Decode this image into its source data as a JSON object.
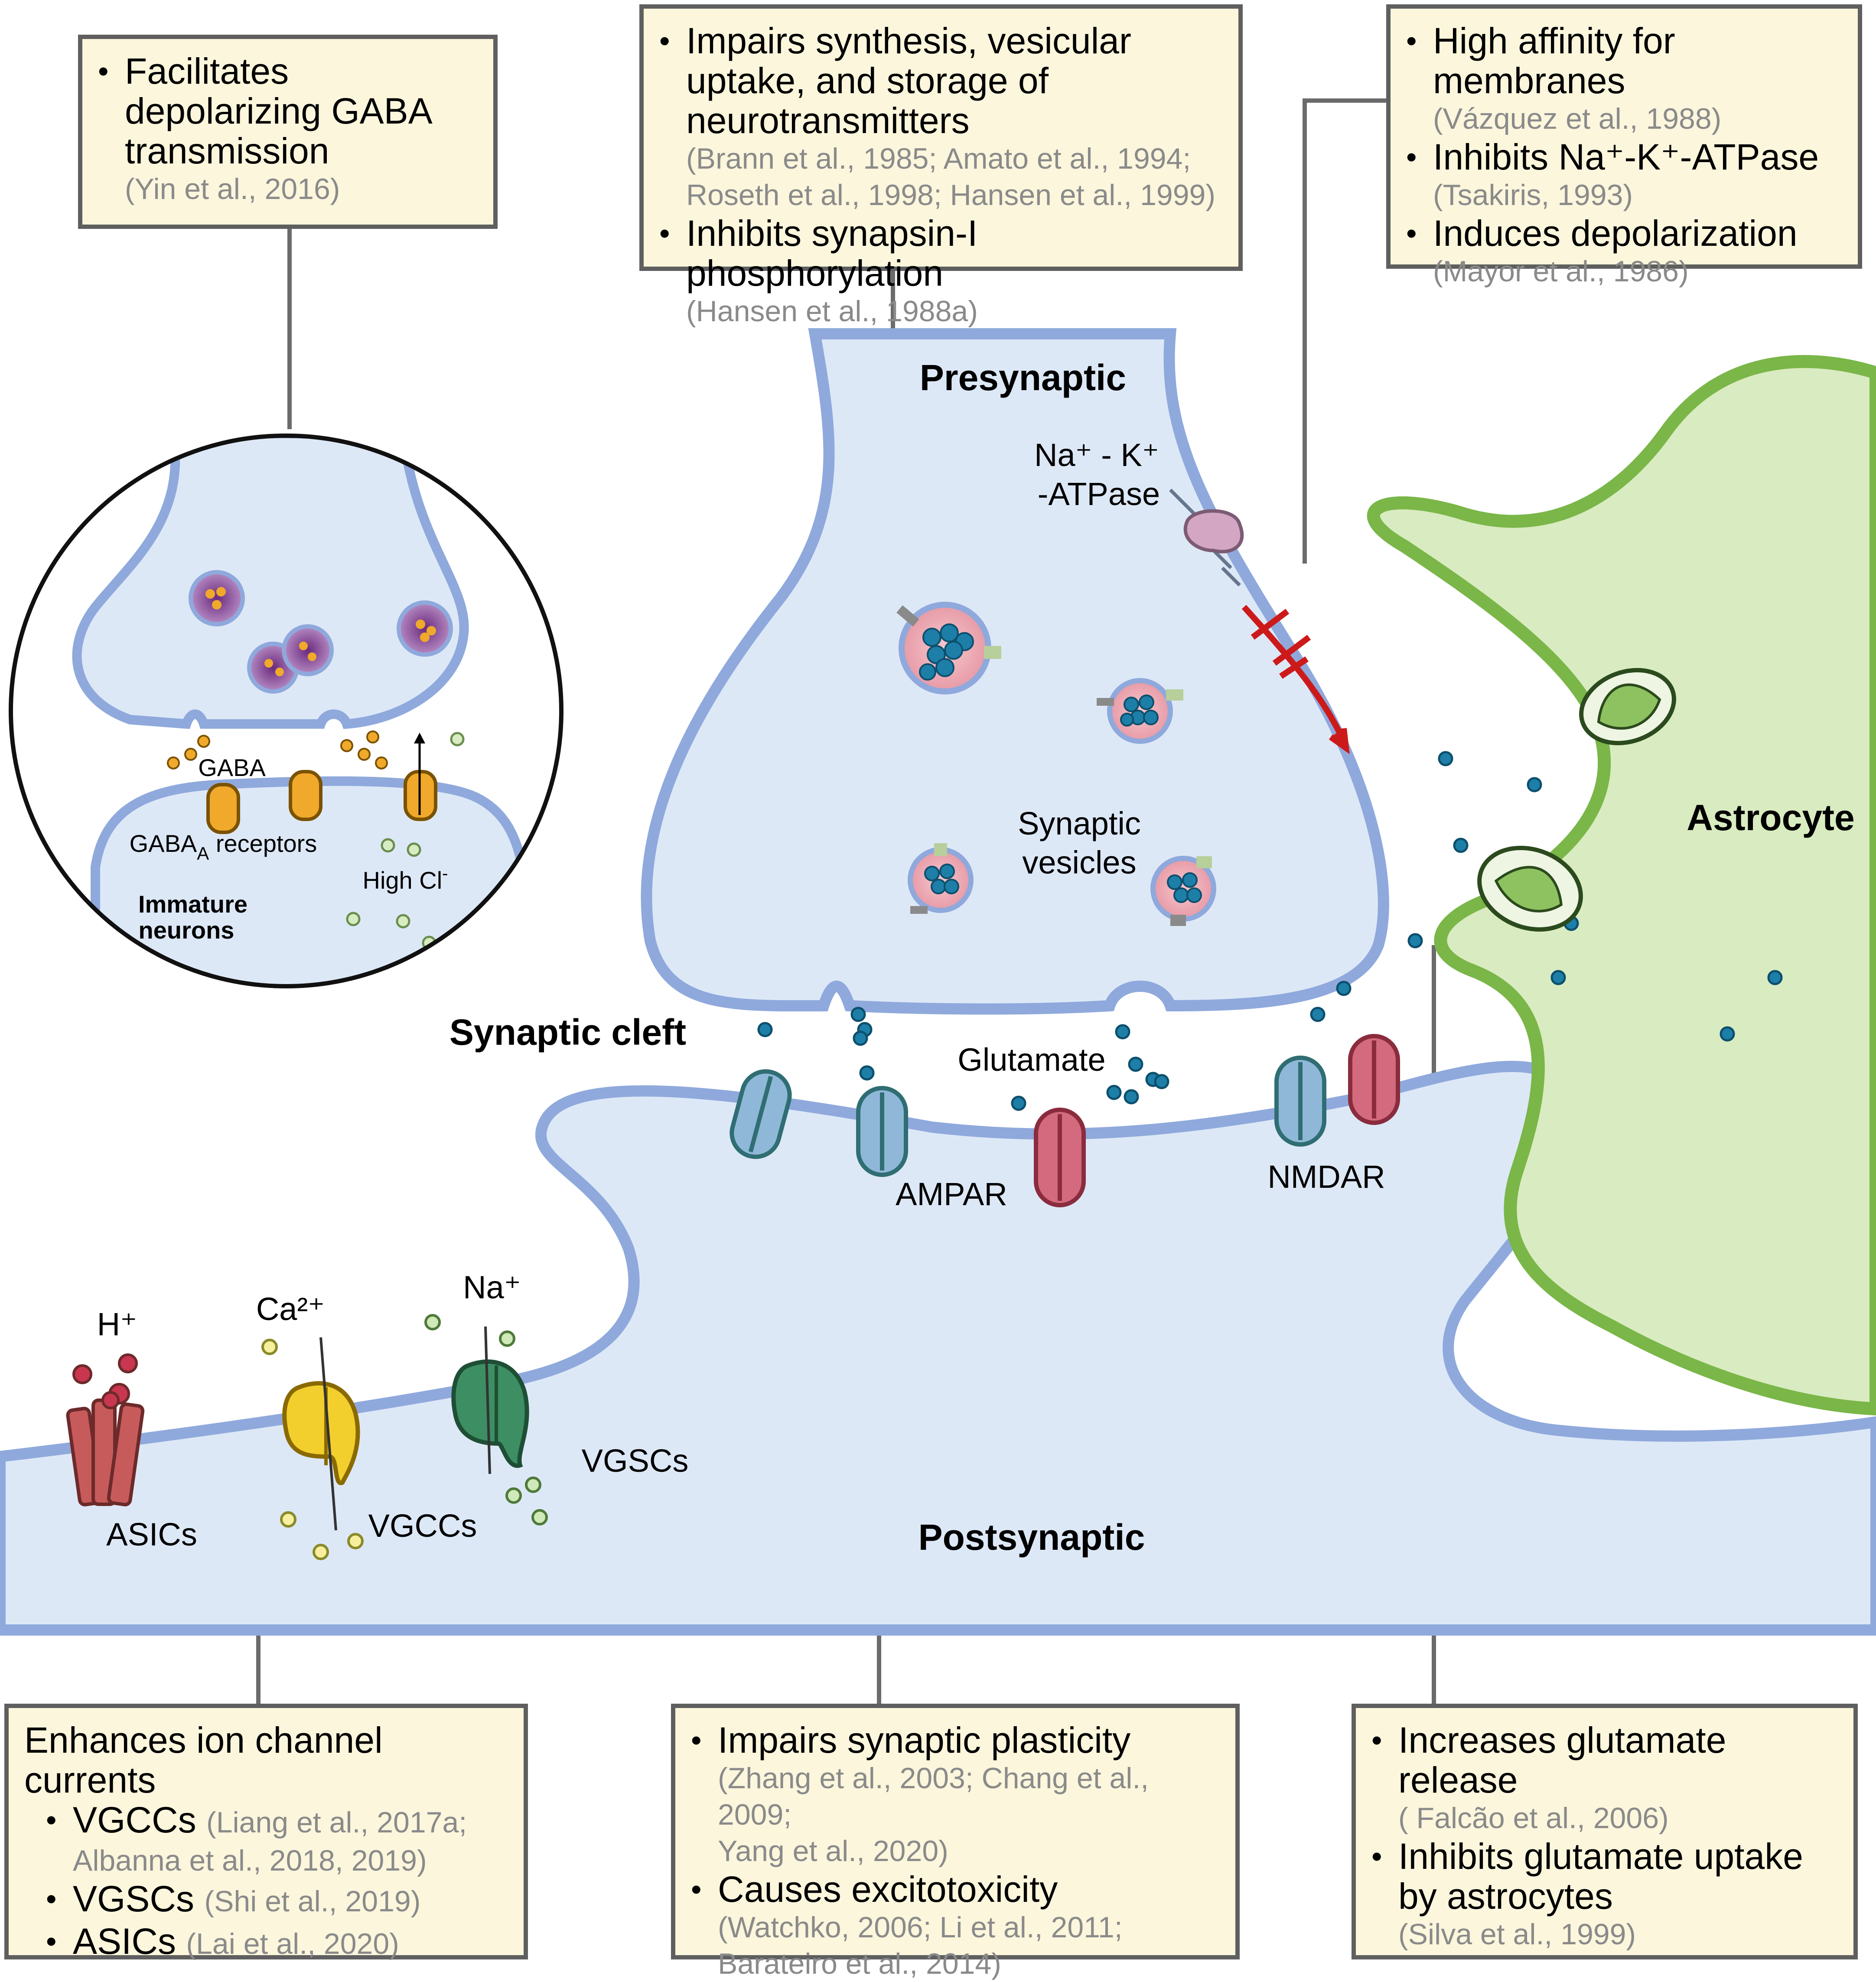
{
  "labels": {
    "presynaptic": "Presynaptic",
    "postsynaptic": "Postsynaptic",
    "synaptic_cleft": "Synaptic cleft",
    "astrocyte": "Astrocyte",
    "synaptic_vesicles_1": "Synaptic",
    "synaptic_vesicles_2": "vesicles",
    "glutamate": "Glutamate",
    "ampar": "AMPAR",
    "nmdar": "NMDAR",
    "atpase_1": "Na⁺ - K⁺",
    "atpase_2": "-ATPase",
    "h_ion": "H⁺",
    "ca_ion": "Ca²⁺",
    "na_ion": "Na⁺",
    "asics": "ASICs",
    "vgccs": "VGCCs",
    "vgscs": "VGSCs",
    "gaba": "GABA",
    "gaba_receptors_main": "GABA",
    "gaba_receptors_sub": "A",
    "gaba_receptors_rest": " receptors",
    "high_cl": "High Cl",
    "high_cl_sup": "-",
    "immature_1": "Immature",
    "immature_2": "neurons"
  },
  "boxes": {
    "top_left": {
      "bullet_1": "Facilitates depolarizing GABA transmission",
      "ref_1": "(Yin et al., 2016)"
    },
    "top_center": {
      "bullet_1": "Impairs synthesis, vesicular uptake, and storage of neurotransmitters",
      "ref_1a": "(Brann et al., 1985; Amato et al., 1994;",
      "ref_1b": "Roseth et al., 1998; Hansen et al., 1999)",
      "bullet_2": "Inhibits synapsin-I phosphorylation",
      "ref_2": "(Hansen et al., 1988a)"
    },
    "top_right": {
      "bullet_1": "High affinity for membranes",
      "ref_1": "(Vázquez et al., 1988)",
      "bullet_2": "Inhibits Na⁺-K⁺-ATPase",
      "ref_2": "(Tsakiris, 1993)",
      "bullet_3": "Induces depolarization",
      "ref_3": "(Mayor et al., 1986)"
    },
    "bottom_left": {
      "heading": "Enhances ion channel currents",
      "item_1": "VGCCs",
      "item_1_ref_a": "(Liang et al., 2017a;",
      "item_1_ref_b": "Albanna et al., 2018, 2019)",
      "item_2": "VGSCs",
      "item_2_ref": "(Shi et al., 2019)",
      "item_3": "ASICs",
      "item_3_ref": "(Lai et al., 2020)"
    },
    "bottom_center": {
      "bullet_1": "Impairs synaptic plasticity",
      "ref_1a": "(Zhang et al., 2003; Chang et al., 2009;",
      "ref_1b": "Yang et al., 2020)",
      "bullet_2": "Causes excitotoxicity",
      "ref_2a": "(Watchko, 2006; Li et al., 2011;",
      "ref_2b": "Barateiro et al., 2014)"
    },
    "bottom_right": {
      "bullet_1": "Increases glutamate release",
      "ref_1": "( Falcão et al., 2006)",
      "bullet_2": "Inhibits glutamate uptake by astrocytes",
      "ref_2": "(Silva et al., 1999)"
    }
  },
  "bullet_char": "•",
  "colors": {
    "membrane": "#8fa9dc",
    "cytoplasm": "#dde8f7",
    "astrocyte_fill": "#d9ebc0",
    "astrocyte_edge": "#7ab648",
    "box_fill": "#fbf6dc",
    "box_border": "#5f5f5f",
    "glutamate_dot": "#1d7fa8",
    "ampar": "#8fb8d8",
    "nmdar_red": "#d46a7e",
    "vgcc": "#f2cf2c",
    "vgsc": "#3d8f63",
    "asic": "#c75b5b",
    "inhibit_red": "#cc1a1a"
  }
}
